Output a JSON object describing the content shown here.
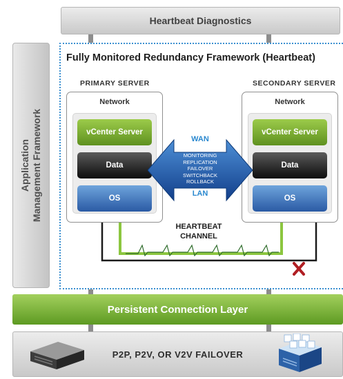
{
  "header": {
    "title": "Heartbeat Diagnostics"
  },
  "side": {
    "line1": "Application",
    "line2": "Management Framework"
  },
  "framework": {
    "title": "Fully Monitored Redundancy Framework (Heartbeat)"
  },
  "primary": {
    "label": "PRIMARY SERVER",
    "network": "Network",
    "layers": [
      "vCenter Server",
      "Data",
      "OS"
    ]
  },
  "secondary": {
    "label": "SECONDARY SERVER",
    "network": "Network",
    "layers": [
      "vCenter Server",
      "Data",
      "OS"
    ]
  },
  "link": {
    "wan": "WAN",
    "lan": "LAN",
    "functions": [
      "MONITORING",
      "REPLICATION",
      "FAILOVER",
      "SWITCHBACK",
      "ROLLBACK"
    ]
  },
  "channel": {
    "line1": "HEARTBEAT",
    "line2": "CHANNEL"
  },
  "persistent": {
    "label": "Persistent Connection Layer"
  },
  "failover": {
    "label": "P2P, P2V, OR V2V FAILOVER"
  },
  "colors": {
    "green": "#6aa62b",
    "blue": "#2a88cf",
    "failure_red": "#b01e23",
    "heartbeat_line": "#8cc63f"
  }
}
